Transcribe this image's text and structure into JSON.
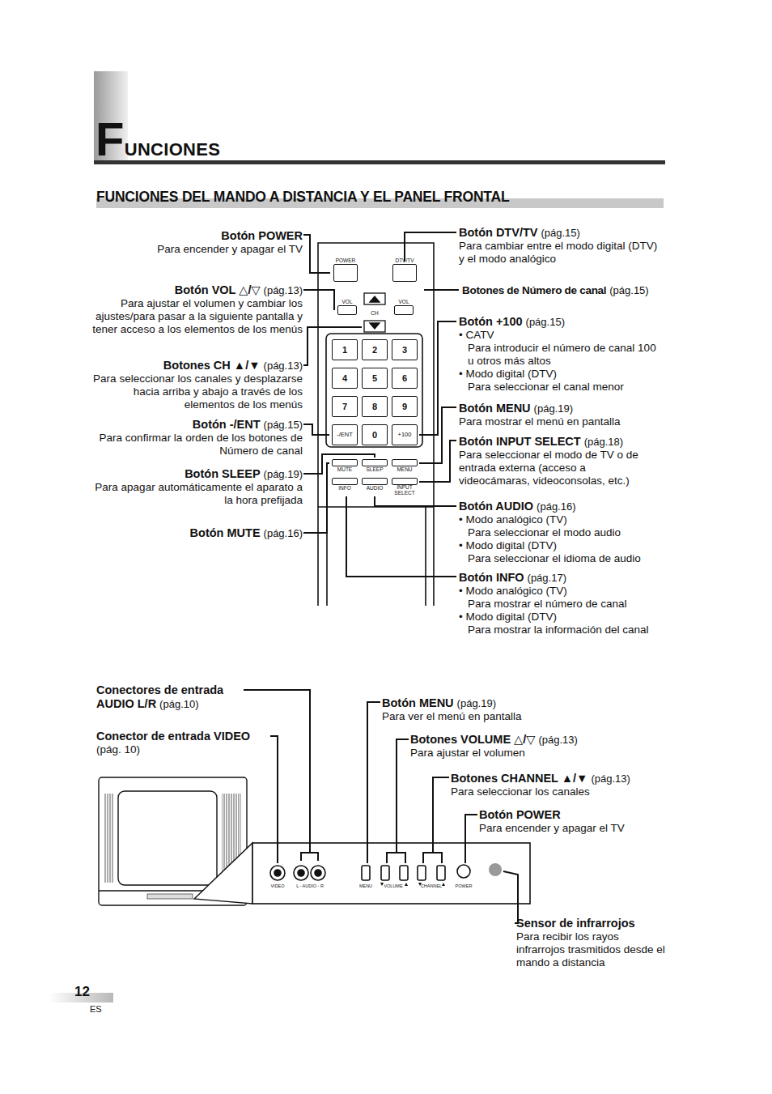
{
  "diagram": {
    "title": "FUNCIONES",
    "nodes": [
      {
        "text": [
          "POWER"
        ]
      },
      {
        "text": [
          "DTV/TV"
        ]
      },
      {
        "text": [
          "VOL"
        ]
      },
      {
        "text": [
          "CH"
        ]
      },
      {
        "text": [
          "VOL"
        ]
      },
      {
        "text": [
          "1"
        ]
      },
      {
        "text": [
          "2"
        ]
      },
      {
        "text": [
          "3"
        ]
      },
      {
        "text": [
          "4"
        ]
      },
      {
        "text": [
          "5"
        ]
      },
      {
        "text": [
          "6"
        ]
      },
      {
        "text": [
          "7"
        ]
      },
      {
        "text": [
          "8"
        ]
      },
      {
        "text": [
          "9"
        ]
      },
      {
        "text": [
          "-/ENT"
        ]
      },
      {
        "text": [
          "0"
        ]
      },
      {
        "text": [
          "+100"
        ]
      },
      {
        "text": [
          "MUTE"
        ]
      },
      {
        "text": [
          "SLEEP"
        ]
      },
      {
        "text": [
          "MENU"
        ]
      },
      {
        "text": [
          "INFO"
        ]
      },
      {
        "text": [
          "AUDIO"
        ]
      },
      {
        "text": [
          "INPUT SELECT"
        ]
      }
    ],
    "labels": [
      "FUNCIONES DEL MANDO A DISTANCIA Y EL PANEL FRONTAL",
      "Botón POWER",
      "Para encender y apagar el TV",
      "Botón VOL △/▽",
      "(pág.13)",
      "Para ajustar el volumen y cambiar los ajustes/para pasar a la siguiente pantalla y tener acceso a los elementos de los menús",
      "Botones CH ▲/▼",
      "(pág.13)",
      "Para seleccionar los canales y desplazarse hacia arriba y abajo a través de los elementos de los menús",
      "Botón -/ENT",
      "(pág.15)",
      "Para confirmar la orden de los botones de Número de canal",
      "Botón SLEEP",
      "(pág.19)",
      "Para apagar automáticamente el aparato a la hora prefijada",
      "Botón MUTE",
      "(pág.16)",
      "Botón DTV/TV",
      "(pág.15)",
      "Para cambiar entre el modo digital (DTV) y el modo analógico",
      "Botones de Número de canal",
      "(pág.15)",
      "Botón +100",
      "(pág.15)",
      "• CATV",
      "Para introducir el número de canal 100 u otros más altos",
      "• Modo digital (DTV)",
      "Para seleccionar el canal menor",
      "Botón MENU",
      "(pág.19)",
      "Para mostrar el menú en pantalla",
      "Botón INPUT SELECT",
      "(pág.18)",
      "Para seleccionar el modo de TV o de entrada externa (acceso a videocámaras, videoconsolas, etc.)",
      "Botón AUDIO",
      "(pág.16)",
      "• Modo analógico (TV)",
      "Para seleccionar el modo audio",
      "• Modo digital (DTV)",
      "Para seleccionar el idioma de audio",
      "Botón INFO",
      "(pág.17)",
      "• Modo analógico (TV)",
      "Para mostrar el número de canal",
      "• Modo digital (DTV)",
      "Para mostrar la información del canal",
      "Conectores de entrada AUDIO L/R",
      "(pág.10)",
      "Conector de entrada VIDEO",
      "(pág. 10)",
      "Botón MENU",
      "(pág.19)",
      "Para ver el menú en pantalla",
      "Botones VOLUME △/▽",
      "(pág.13)",
      "Para ajustar el volumen",
      "Botones CHANNEL ▲/▼",
      "(pág.13)",
      "Para seleccionar los canales",
      "Botón POWER",
      "Para encender y apagar el TV",
      "Sensor de infrarrojos",
      "Para recibir los rayos infrarrojos trasmitidos desde el mando a distancia",
      "VIDEO",
      "L - AUDIO - R",
      "MENU",
      "VOLUME",
      "CHANNEL",
      "POWER",
      "12",
      "ES"
    ]
  }
}
